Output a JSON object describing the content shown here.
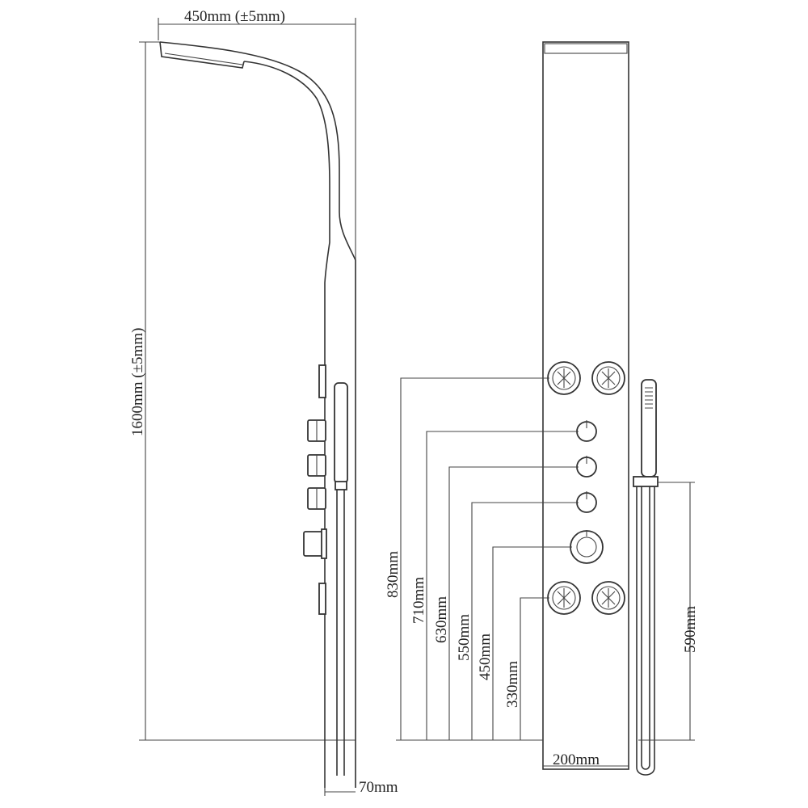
{
  "diagram": {
    "side_view": {
      "width_label": "450mm (±5mm)",
      "height_label": "1600mm (±5mm)",
      "depth_label": "70mm"
    },
    "front_view": {
      "panel_width_label": "200mm",
      "handshower_label": "590mm",
      "heights": [
        {
          "label": "830mm",
          "value": 830
        },
        {
          "label": "710mm",
          "value": 710
        },
        {
          "label": "630mm",
          "value": 630
        },
        {
          "label": "550mm",
          "value": 550
        },
        {
          "label": "450mm",
          "value": 450
        },
        {
          "label": "330mm",
          "value": 330
        }
      ]
    },
    "colors": {
      "line": "#333333",
      "background": "#ffffff"
    }
  }
}
